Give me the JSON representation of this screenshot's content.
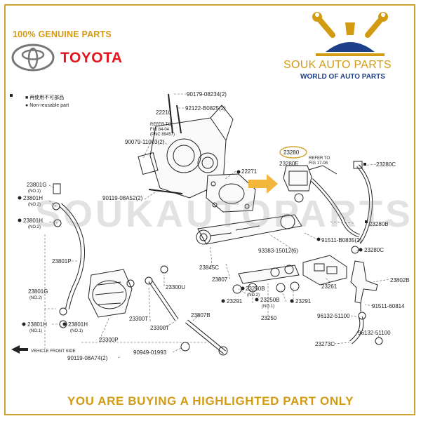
{
  "header": {
    "genuine_label": "100% GENUINE PARTS",
    "brand": "TOYOTA",
    "seller_name": "SOUK AUTO PARTS",
    "seller_tagline": "WORLD OF AUTO PARTS"
  },
  "legend": {
    "symbol_1": "■",
    "text_1": "再使用不可部品",
    "symbol_2": "●",
    "text_2": "Non-reusable part"
  },
  "watermark": "SOUKAUTOPARTS",
  "diagram": {
    "highlight_color": "#d2a531",
    "arrow_color": "#f2b63c",
    "vehicle_front": "VEHICLE FRONT SIDE",
    "labels": {
      "p90179": "90179-08234(2)",
      "p92122": "92122-B0825(2)",
      "p22210": "22210",
      "refer_a1": "REFER TO",
      "refer_a2": "FIG 84-04",
      "refer_a3": "(PNC 89457)",
      "p90079": "90079-11003(2)",
      "p22271": "22271",
      "p90119a": "90119-08A52(2)",
      "p23280": "23280",
      "p23280e": "23280E",
      "refer_b1": "REFER TO",
      "refer_b2": "FIG 17-08",
      "p23280c1": "23280C",
      "p23801g1": "23801G",
      "no1a": "(NO.1)",
      "p23801h1": "23801H",
      "no2a": "(NO.2)",
      "p23801h2": "23801H",
      "no2b": "(NO.2)",
      "p23280b": "23280B",
      "p91511b": "91511-B0835(2)",
      "p93383": "93383-15012(6)",
      "p23280c2": "23280C",
      "p23801p": "23801P",
      "p23845c": "23845C",
      "p23807": "23807",
      "p23261": "23261",
      "p23802b": "23802B",
      "p23801g2": "23801G",
      "no2c": "(NO.2)",
      "p23300u": "23300U",
      "p23250b1": "23250B",
      "no2d": "(NO.2)",
      "p91511_60814": "91511-60814",
      "p23291a": "23291",
      "p23250b2": "23250B",
      "no1b": "(NO.1)",
      "p23291b": "23291",
      "p23801h3": "23801H",
      "no1c": "(NO.1)",
      "p23801h4": "23801H",
      "no1d": "(NO.1)",
      "p23300t1": "23300T",
      "p23250": "23250",
      "p96132a": "96132-51100",
      "p23300t2": "23300T",
      "p23807b": "23807B",
      "p96132b": "96132-51100",
      "p23300p": "23300P",
      "p23273c": "23273C",
      "p90949": "90949-01993",
      "p90119b": "90119-08A74(2)"
    }
  },
  "footer": {
    "notice": "YOU ARE BUYING A HIGHLIGHTED PART ONLY"
  }
}
